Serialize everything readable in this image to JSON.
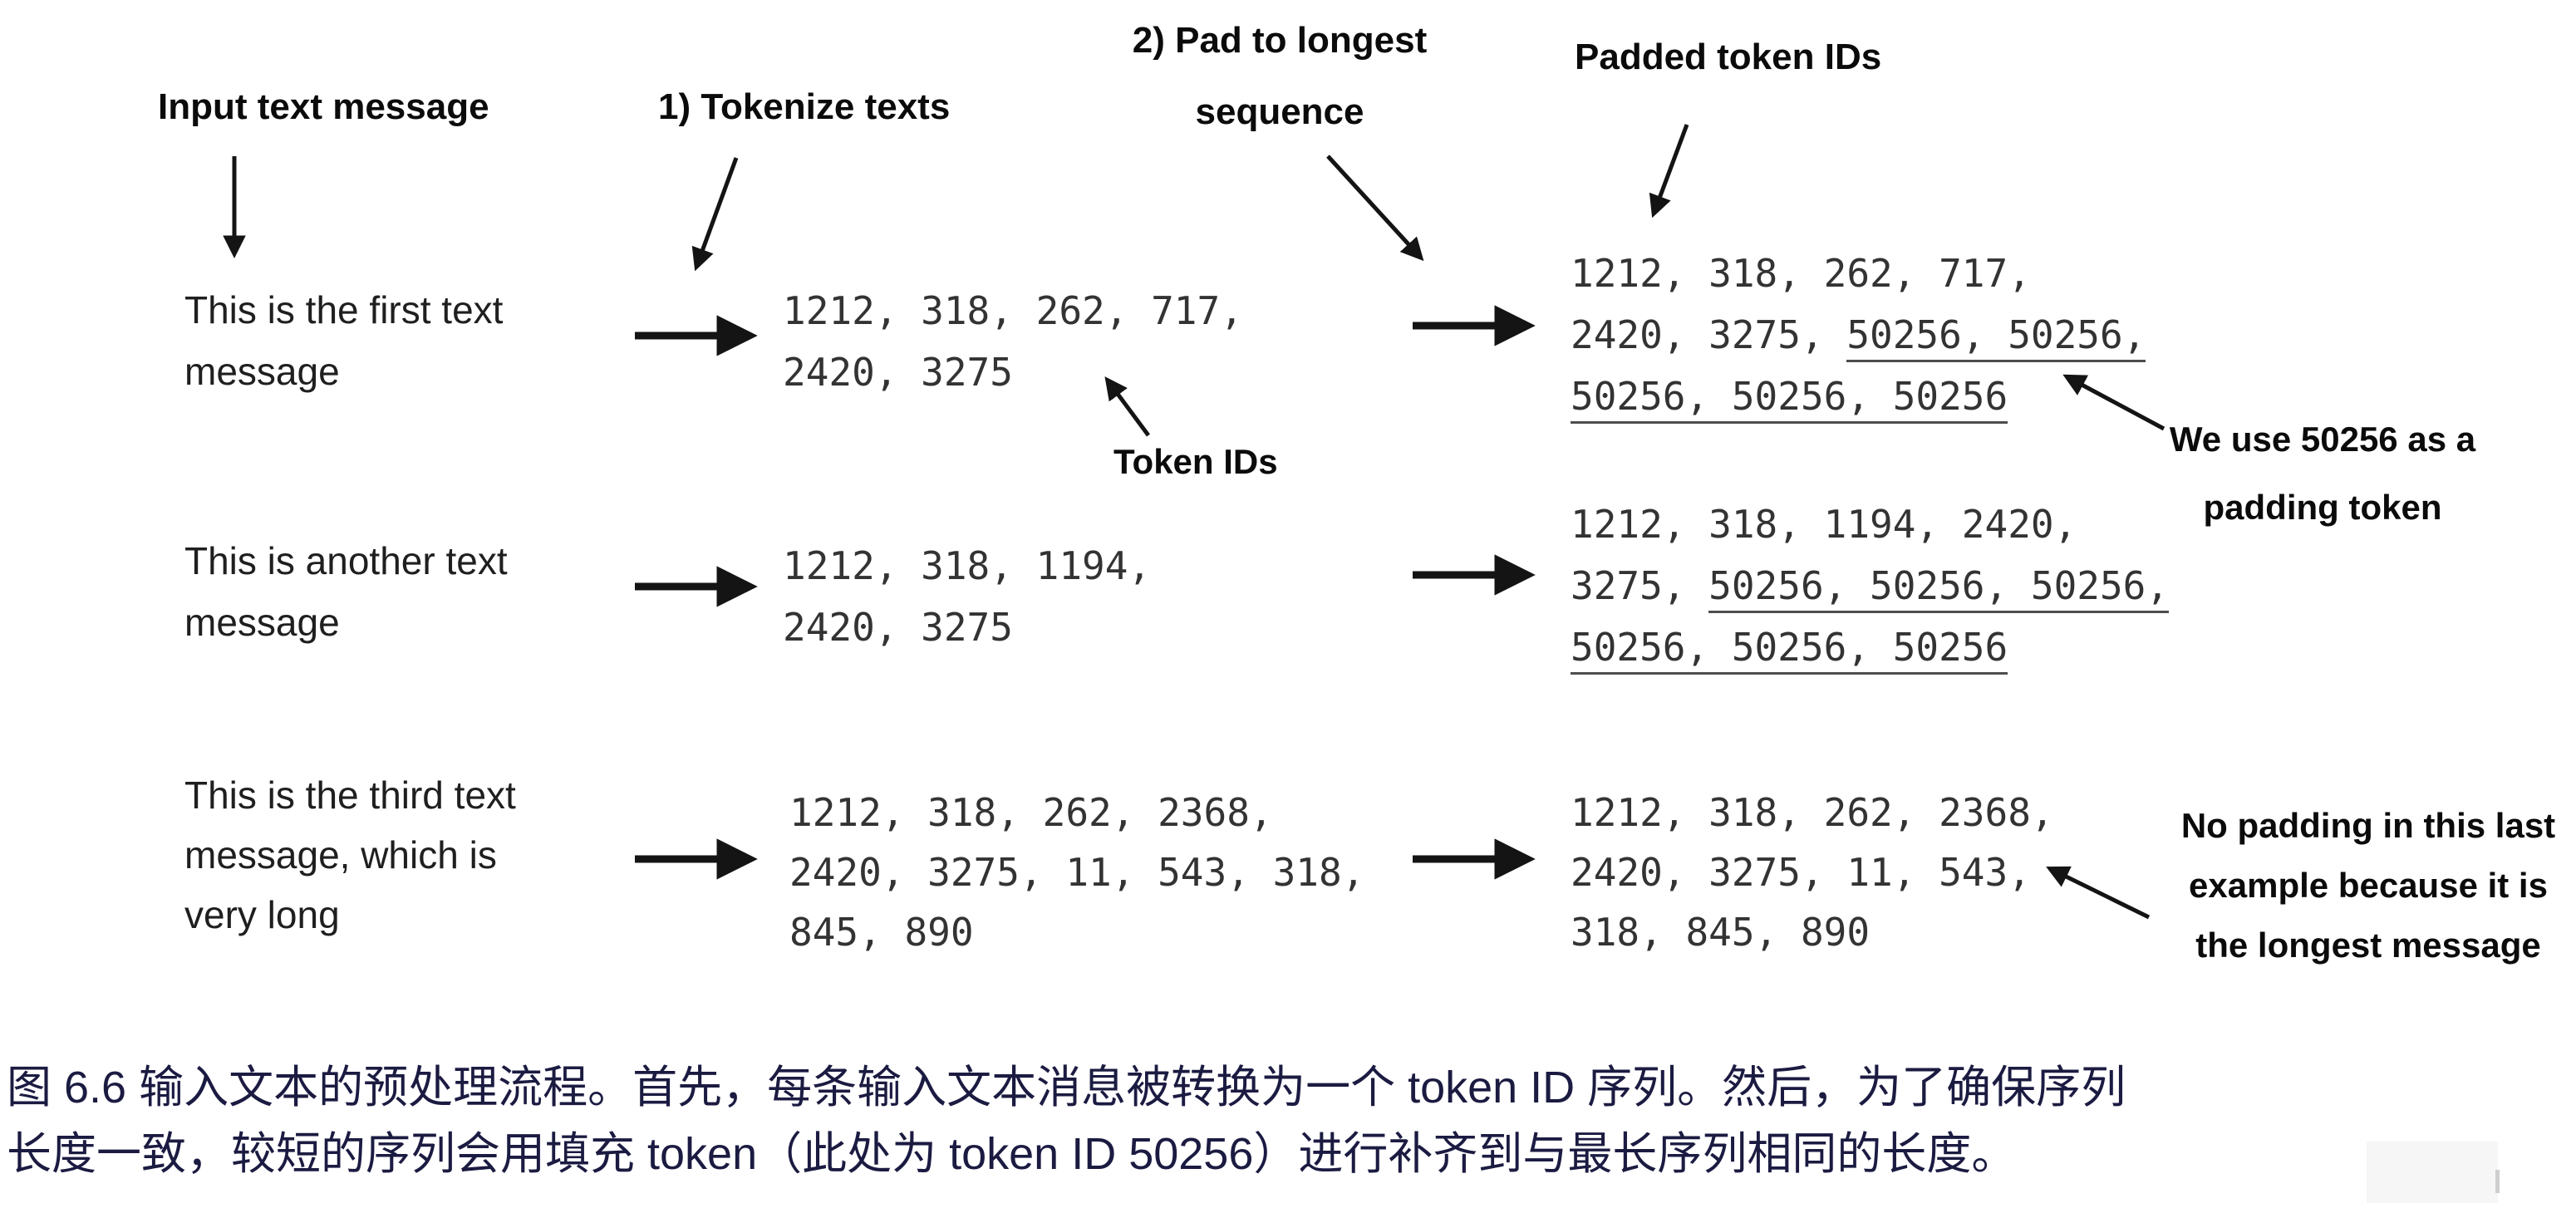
{
  "figure": {
    "column_labels": {
      "input": "Input text message",
      "tokenize": "1) Tokenize texts",
      "pad": [
        "2) Pad to longest",
        "sequence"
      ],
      "padded": "Padded token IDs"
    },
    "annotations": {
      "token_ids": "Token IDs",
      "padding_note": [
        "We use 50256 as a",
        "padding token"
      ],
      "no_padding_note": [
        "No padding in this last",
        "example because it is",
        "the longest message"
      ]
    },
    "rows": [
      {
        "message": [
          "This is the first text",
          "message"
        ],
        "tokens": [
          "1212, 318, 262, 717,",
          "2420, 3275"
        ],
        "padded": [
          {
            "pre": "1212, 318, 262, 717,",
            "pad": ""
          },
          {
            "pre": "2420, 3275, ",
            "pad": "50256, 50256,"
          },
          {
            "pre": "",
            "pad": "50256, 50256, 50256"
          }
        ]
      },
      {
        "message": [
          "This is another text",
          "message"
        ],
        "tokens": [
          "1212, 318, 1194,",
          "2420, 3275"
        ],
        "padded": [
          {
            "pre": "1212, 318, 1194, 2420,",
            "pad": ""
          },
          {
            "pre": "3275, ",
            "pad": "50256, 50256, 50256,"
          },
          {
            "pre": "",
            "pad": "50256, 50256, 50256"
          }
        ]
      },
      {
        "message": [
          "This is the third text",
          "message, which is",
          "very long"
        ],
        "tokens": [
          "1212, 318, 262, 2368,",
          "2420, 3275, 11, 543, 318,",
          "845, 890"
        ],
        "padded": [
          {
            "pre": "1212, 318, 262, 2368,",
            "pad": ""
          },
          {
            "pre": "2420, 3275, 11, 543,",
            "pad": ""
          },
          {
            "pre": "318, 845, 890",
            "pad": ""
          }
        ]
      }
    ]
  },
  "caption": {
    "lines": [
      "图 6.6 输入文本的预处理流程。首先，每条输入文本消息被转换为一个 token ID 序列。然后，为了确保序列",
      "长度一致，较短的序列会用填充 token（此处为 token ID 50256）进行补齐到与最长序列相同的长度。"
    ]
  }
}
